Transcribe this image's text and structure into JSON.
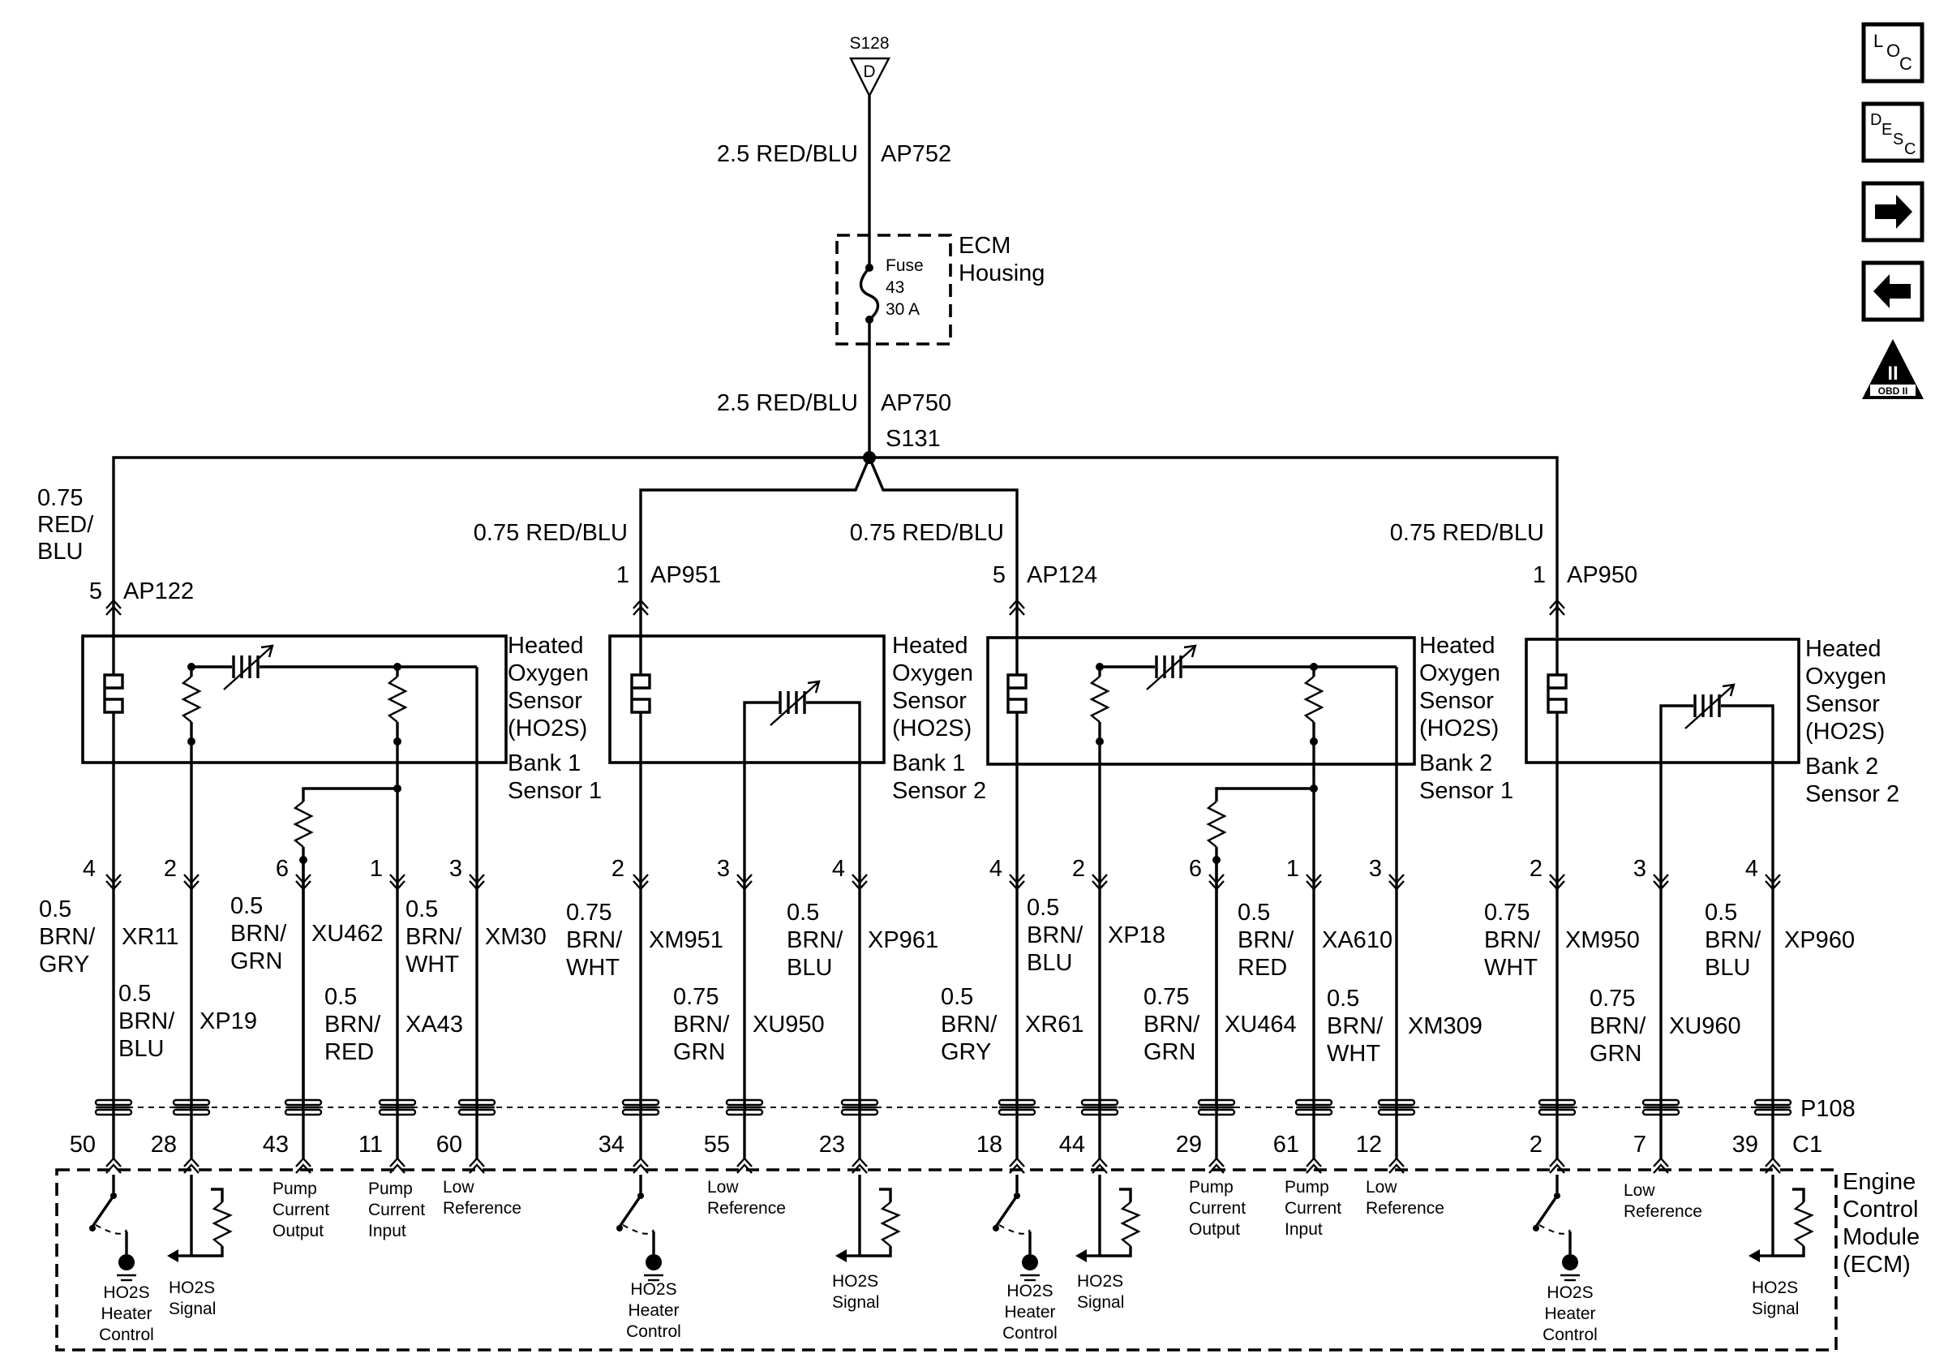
{
  "splice_s128": "S128",
  "splice_s128_letter": "D",
  "feed_wire": {
    "gauge_color": "2.5 RED/BLU",
    "circuit": "AP752"
  },
  "fuse_box": {
    "title_line1": "ECM",
    "title_line2": "Housing",
    "fuse_label": "Fuse",
    "fuse_number": "43",
    "fuse_rating": "30 A"
  },
  "main_wire": {
    "gauge_color": "2.5 RED/BLU",
    "circuit": "AP750"
  },
  "splice_s131": "S131",
  "connectors": {
    "p108": "P108",
    "c1": "C1"
  },
  "ecm": {
    "line1": "Engine",
    "line2": "Control",
    "line3": "Module",
    "line4": "(ECM)"
  },
  "nav_icons": [
    "location-icon",
    "description-icon",
    "next-arrow-icon",
    "previous-arrow-icon",
    "obd-ii-icon"
  ],
  "icon_text": {
    "loc_l": "L",
    "loc_o": "O",
    "loc_c": "C",
    "desc_d": "D",
    "desc_e": "E",
    "desc_s": "S",
    "desc_c": "C",
    "obd_numeral": "II",
    "obd_label": "OBD II"
  },
  "sensors": [
    {
      "name": [
        "Heated",
        "Oxygen",
        "Sensor",
        "(HO2S)",
        "Bank 1",
        "Sensor 1"
      ],
      "feed": {
        "gauge_lines": [
          "0.75",
          "RED/",
          "BLU"
        ],
        "pin": "5",
        "circuit": "AP122"
      },
      "pins": [
        {
          "pin": "4",
          "gauge_lines": [
            "0.5",
            "BRN/",
            "GRY"
          ],
          "circuit": "XR11",
          "ecm_pin": "50"
        },
        {
          "pin": "2",
          "gauge_lines": [
            "0.5",
            "BRN/",
            "BLU"
          ],
          "circuit": "XP19",
          "ecm_pin": "28"
        },
        {
          "pin": "6",
          "gauge_lines": [
            "0.5",
            "BRN/",
            "GRN"
          ],
          "circuit": "XU462",
          "ecm_pin": "43"
        },
        {
          "pin": "1",
          "gauge_lines": [
            "0.5",
            "BRN/",
            "RED"
          ],
          "circuit": "XA43",
          "ecm_pin": "11"
        },
        {
          "pin": "3",
          "gauge_lines": [
            "0.5",
            "BRN/",
            "WHT"
          ],
          "circuit": "XM30",
          "ecm_pin": "60"
        }
      ],
      "ecm_labels": [
        [
          "HO2S",
          "Heater",
          "Control"
        ],
        [
          "HO2S",
          "Signal"
        ],
        [
          "Pump",
          "Current",
          "Output"
        ],
        [
          "Pump",
          "Current",
          "Input"
        ],
        [
          "Low",
          "Reference"
        ]
      ]
    },
    {
      "name": [
        "Heated",
        "Oxygen",
        "Sensor",
        "(HO2S)",
        "Bank 1",
        "Sensor 2"
      ],
      "feed": {
        "gauge_lines": [
          "0.75 RED/BLU"
        ],
        "pin": "1",
        "circuit": "AP951"
      },
      "pins": [
        {
          "pin": "2",
          "gauge_lines": [
            "0.75",
            "BRN/",
            "WHT"
          ],
          "circuit": "XM951",
          "ecm_pin": "34"
        },
        {
          "pin": "3",
          "gauge_lines": [
            "0.75",
            "BRN/",
            "GRN"
          ],
          "circuit": "XU950",
          "ecm_pin": "55"
        },
        {
          "pin": "4",
          "gauge_lines": [
            "0.5",
            "BRN/",
            "BLU"
          ],
          "circuit": "XP961",
          "ecm_pin": "23"
        }
      ],
      "ecm_labels": [
        [
          "HO2S",
          "Heater",
          "Control"
        ],
        [
          "Low",
          "Reference"
        ],
        [
          "HO2S",
          "Signal"
        ]
      ]
    },
    {
      "name": [
        "Heated",
        "Oxygen",
        "Sensor",
        "(HO2S)",
        "Bank 2",
        "Sensor 1"
      ],
      "feed": {
        "gauge_lines": [
          "0.75 RED/BLU"
        ],
        "pin": "5",
        "circuit": "AP124"
      },
      "pins": [
        {
          "pin": "4",
          "gauge_lines": [
            "0.5",
            "BRN/",
            "GRY"
          ],
          "circuit": "XR61",
          "ecm_pin": "18"
        },
        {
          "pin": "2",
          "gauge_lines": [
            "0.5",
            "BRN/",
            "BLU"
          ],
          "circuit": "XP18",
          "ecm_pin": "44"
        },
        {
          "pin": "6",
          "gauge_lines": [
            "0.75",
            "BRN/",
            "GRN"
          ],
          "circuit": "XU464",
          "ecm_pin": "29"
        },
        {
          "pin": "1",
          "gauge_lines": [
            "0.5",
            "BRN/",
            "RED"
          ],
          "circuit": "XA610",
          "ecm_pin": "61"
        },
        {
          "pin": "3",
          "gauge_lines": [
            "0.5",
            "BRN/",
            "WHT"
          ],
          "circuit": "XM309",
          "ecm_pin": "12"
        }
      ],
      "ecm_labels": [
        [
          "HO2S",
          "Heater",
          "Control"
        ],
        [
          "HO2S",
          "Signal"
        ],
        [
          "Pump",
          "Current",
          "Output"
        ],
        [
          "Pump",
          "Current",
          "Input"
        ],
        [
          "Low",
          "Reference"
        ]
      ]
    },
    {
      "name": [
        "Heated",
        "Oxygen",
        "Sensor",
        "(HO2S)",
        "Bank 2",
        "Sensor 2"
      ],
      "feed": {
        "gauge_lines": [
          "0.75 RED/BLU"
        ],
        "pin": "1",
        "circuit": "AP950"
      },
      "pins": [
        {
          "pin": "2",
          "gauge_lines": [
            "0.75",
            "BRN/",
            "WHT"
          ],
          "circuit": "XM950",
          "ecm_pin": "2"
        },
        {
          "pin": "3",
          "gauge_lines": [
            "0.75",
            "BRN/",
            "GRN"
          ],
          "circuit": "XU960",
          "ecm_pin": "7"
        },
        {
          "pin": "4",
          "gauge_lines": [
            "0.5",
            "BRN/",
            "BLU"
          ],
          "circuit": "XP960",
          "ecm_pin": "39"
        }
      ],
      "ecm_labels": [
        [
          "HO2S",
          "Heater",
          "Control"
        ],
        [
          "Low",
          "Reference"
        ],
        [
          "HO2S",
          "Signal"
        ]
      ]
    }
  ]
}
